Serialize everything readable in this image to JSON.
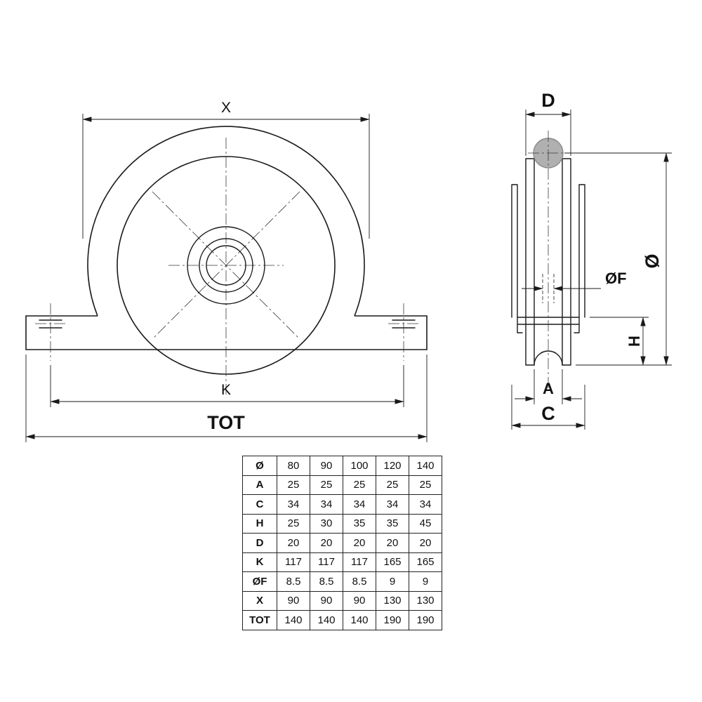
{
  "drawing": {
    "front_labels": {
      "x": "X",
      "k": "K",
      "tot": "TOT"
    },
    "side_labels": {
      "d": "D",
      "diameter": "Ø",
      "bore": "ØF",
      "h": "H",
      "a": "A",
      "c": "C"
    }
  },
  "table": {
    "rows": [
      {
        "label": "Ø",
        "values": [
          "80",
          "90",
          "100",
          "120",
          "140"
        ]
      },
      {
        "label": "A",
        "values": [
          "25",
          "25",
          "25",
          "25",
          "25"
        ]
      },
      {
        "label": "C",
        "values": [
          "34",
          "34",
          "34",
          "34",
          "34"
        ]
      },
      {
        "label": "H",
        "values": [
          "25",
          "30",
          "35",
          "35",
          "45"
        ]
      },
      {
        "label": "D",
        "values": [
          "20",
          "20",
          "20",
          "20",
          "20"
        ]
      },
      {
        "label": "K",
        "values": [
          "117",
          "117",
          "117",
          "165",
          "165"
        ]
      },
      {
        "label": "ØF",
        "values": [
          "8.5",
          "8.5",
          "8.5",
          "9",
          "9"
        ]
      },
      {
        "label": "X",
        "values": [
          "90",
          "90",
          "90",
          "130",
          "130"
        ]
      },
      {
        "label": "TOT",
        "values": [
          "140",
          "140",
          "140",
          "190",
          "190"
        ]
      }
    ]
  },
  "colors": {
    "line": "#1a1a1a",
    "rope_fill": "#b0b0b0",
    "rope_stroke": "#8a8a8a"
  }
}
